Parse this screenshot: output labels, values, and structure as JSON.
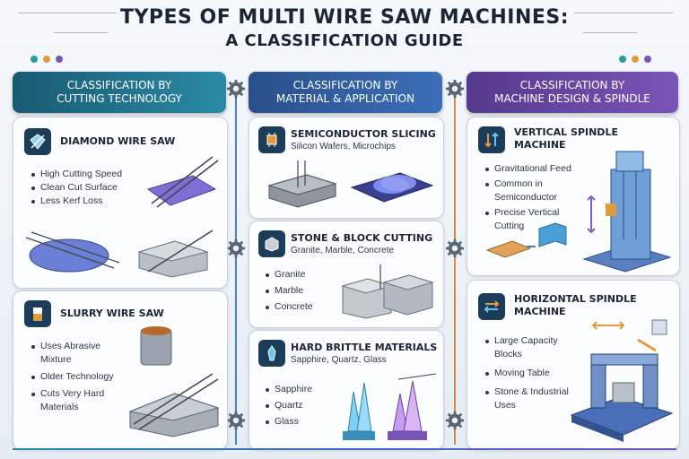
{
  "title": {
    "line1": "TYPES OF MULTI WIRE SAW MACHINES:",
    "line2": "A CLASSIFICATION GUIDE"
  },
  "columns": [
    {
      "header": [
        "CLASSIFICATION BY",
        "CUTTING TECHNOLOGY"
      ],
      "cards": [
        {
          "title": "DIAMOND WIRE SAW",
          "bullets": [
            "High Cutting Speed",
            "Clean Cut Surface",
            "Less Kerf Loss"
          ]
        },
        {
          "title": "SLURRY WIRE SAW",
          "bullets": [
            "Uses Abrasive Mixture",
            "Older Technology",
            "Cuts Very Hard Materials"
          ]
        }
      ]
    },
    {
      "header": [
        "CLASSIFICATION BY",
        "MATERIAL & APPLICATION"
      ],
      "cards": [
        {
          "title": "SEMICONDUCTOR SLICING",
          "subtitle": "Silicon Wafers, Microchips"
        },
        {
          "title": "STONE & BLOCK CUTTING",
          "subtitle": "Granite, Marble, Concrete",
          "bullets": [
            "Granite",
            "Marble",
            "Concrete"
          ]
        },
        {
          "title": "HARD BRITTLE MATERIALS",
          "subtitle": "Sapphire, Quartz, Glass",
          "bullets": [
            "Sapphire",
            "Quartz",
            "Glass"
          ]
        }
      ]
    },
    {
      "header": [
        "CLASSIFICATION BY",
        "MACHINE DESIGN & SPINDLE"
      ],
      "cards": [
        {
          "title": [
            "VERTICAL SPINDLE",
            "MACHINE"
          ],
          "bullets": [
            "Gravitational Feed",
            "Common in Semiconductor",
            "Precise Vertical Cutting"
          ]
        },
        {
          "title": [
            "HORIZONTAL SPINDLE",
            "MACHINE"
          ],
          "bullets": [
            "Large Capacity Blocks",
            "Moving Table",
            "Stone & Industrial Uses"
          ]
        }
      ]
    }
  ],
  "colors": {
    "col1": "#1a5a73",
    "col2": "#2a4f8a",
    "col3": "#54398c",
    "connector_blue": "#4a7fc0",
    "connector_orange": "#d98a3a",
    "gear": "#5a6676"
  },
  "icons": [
    "diamond-icon",
    "beaker-icon",
    "chip-icon",
    "stone-block-icon",
    "crystal-icon",
    "vertical-arrows-icon",
    "horizontal-arrows-icon",
    "gear-icon"
  ]
}
